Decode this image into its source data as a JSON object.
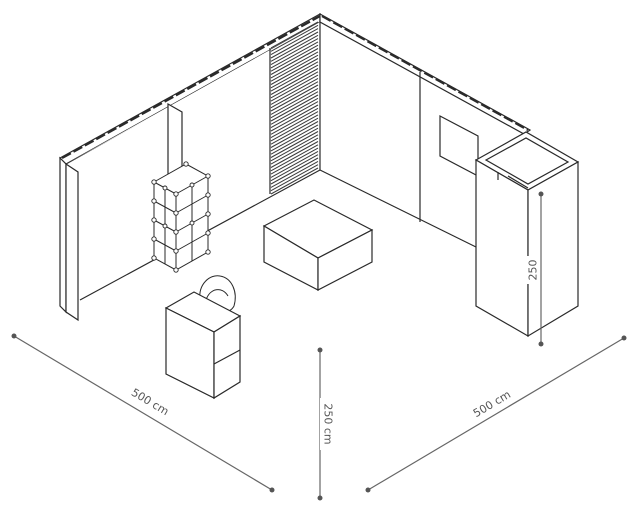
{
  "dimensions": {
    "width_left": "500 cm",
    "width_right": "500 cm",
    "height_main": "250 cm",
    "height_cabin": "250"
  },
  "colors": {
    "line": "#2a2a2a",
    "dim_line": "#666666",
    "slat": "#3a3a3a"
  }
}
